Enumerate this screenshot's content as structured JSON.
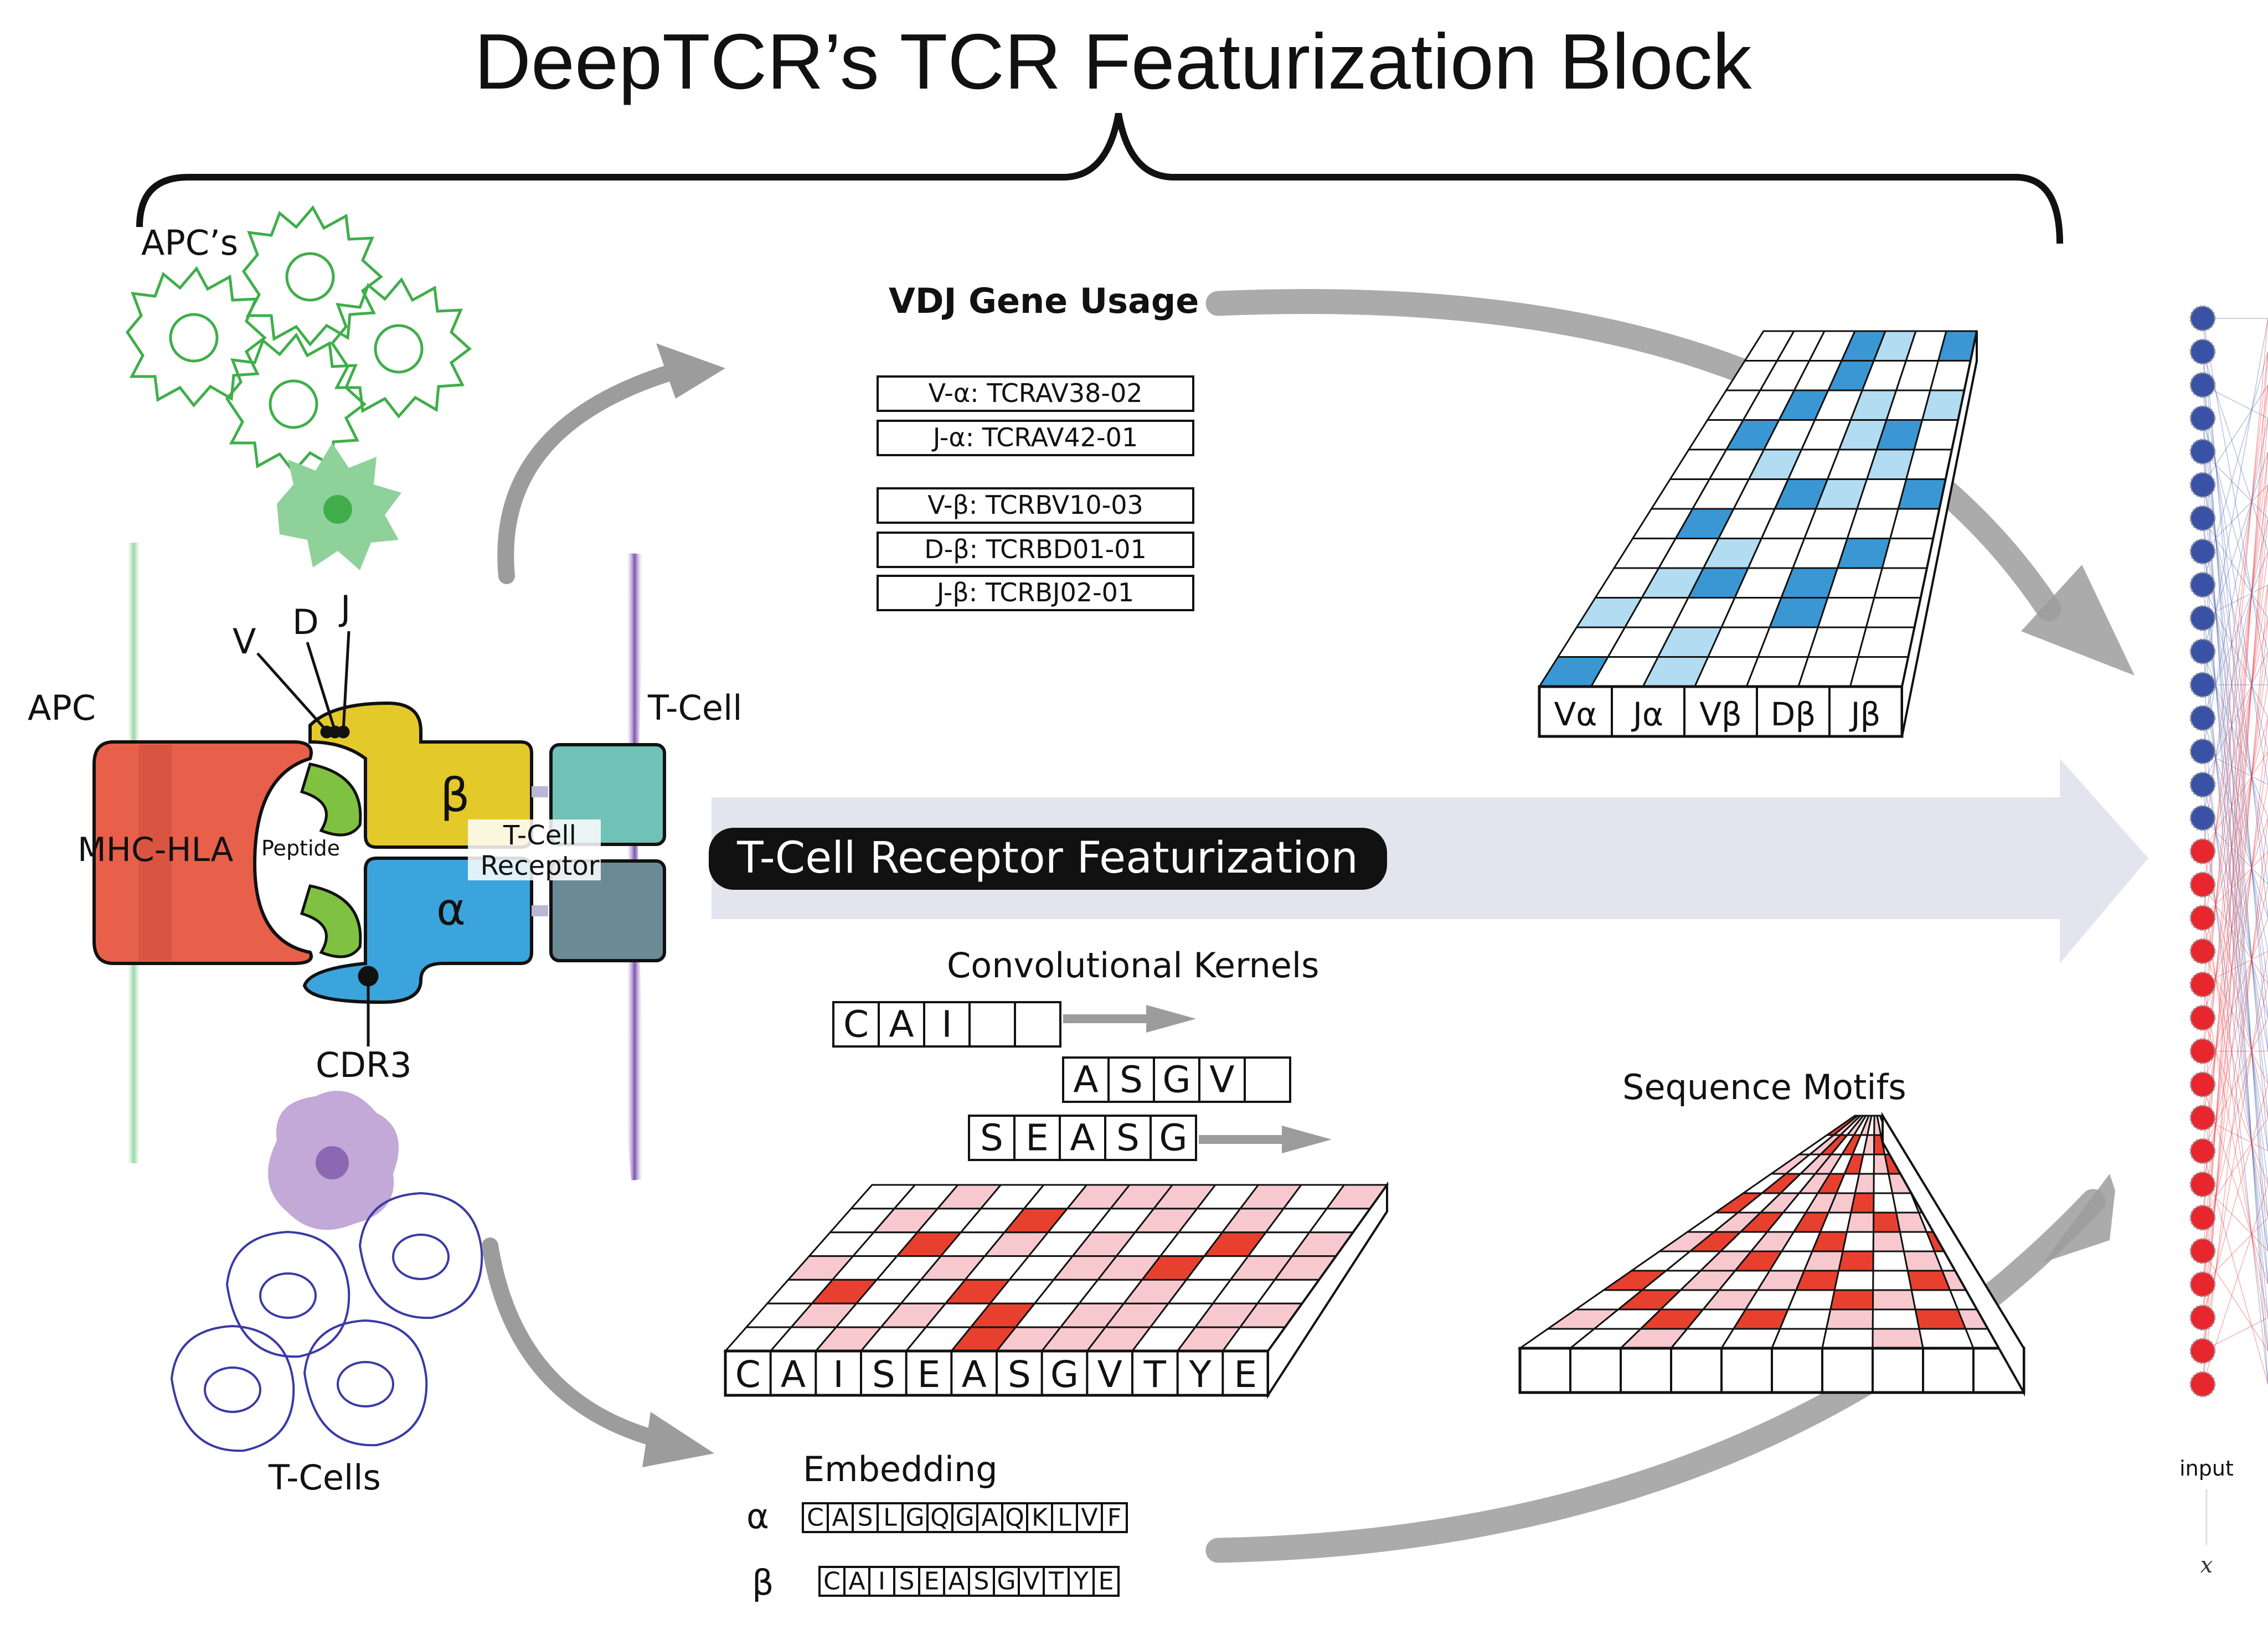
{
  "title": "DeepTCR’s TCR Featurization Block",
  "labels": {
    "apcs": "APC’s",
    "apc": "APC",
    "tcell": "T-Cell",
    "mhc": "MHC-HLA",
    "peptide": "Peptide",
    "tcr_line1": "T-Cell",
    "tcr_line2": "Receptor",
    "beta": "β",
    "alpha": "α",
    "v": "V",
    "d": "D",
    "j": "J",
    "cdr3": "CDR3",
    "tcells": "T-Cells",
    "vdj_title": "VDJ Gene Usage",
    "banner": "T-Cell Receptor Featurization",
    "conv_title": "Convolutional Kernels",
    "motif_title": "Sequence Motifs",
    "embedding": "Embedding",
    "embed_alpha": "α",
    "embed_beta": "β",
    "input": "input",
    "x": "x"
  },
  "genes": [
    {
      "prefix": "V-α:",
      "name": "TCRAV38-02"
    },
    {
      "prefix": "J-α:",
      "name": "TCRAV42-01"
    },
    {
      "prefix": "V-β:",
      "name": "TCRBV10-03"
    },
    {
      "prefix": "D-β:",
      "name": "TCRBD01-01"
    },
    {
      "prefix": "J-β:",
      "name": "TCRBJ02-01"
    }
  ],
  "vdj_columns": [
    "Vα",
    "Jα",
    "Vβ",
    "Dβ",
    "Jβ"
  ],
  "kernels": [
    [
      "C",
      "A",
      "I",
      "",
      ""
    ],
    [
      "A",
      "S",
      "G",
      "V",
      ""
    ],
    [
      "S",
      "E",
      "A",
      "S",
      "G"
    ]
  ],
  "conv_sequence": [
    "C",
    "A",
    "I",
    "S",
    "E",
    "A",
    "S",
    "G",
    "V",
    "T",
    "Y",
    "E"
  ],
  "embedding_alpha": [
    "C",
    "A",
    "S",
    "L",
    "G",
    "Q",
    "G",
    "A",
    "Q",
    "K",
    "L",
    "V",
    "F"
  ],
  "embedding_beta": [
    "C",
    "A",
    "I",
    "S",
    "E",
    "A",
    "S",
    "G",
    "V",
    "T",
    "Y",
    "E"
  ],
  "colors": {
    "blue_dark": "#3a97d4",
    "blue_light": "#b2dcf2",
    "red_dark": "#e8402f",
    "red_light": "#f7c9cf",
    "arrow_gray": "#9c9c9c",
    "banner_band": "#e4e4ee",
    "mhc_red": "#e8604a",
    "beta_yellow": "#e4c92b",
    "alpha_blue": "#3ba4dc",
    "tcell_teal": "#6fc2b5",
    "apc_green": "#3fae4a",
    "tcell_purple": "#7e5aa8",
    "node_blue": "#3a52a6",
    "node_red": "#e8262d"
  }
}
